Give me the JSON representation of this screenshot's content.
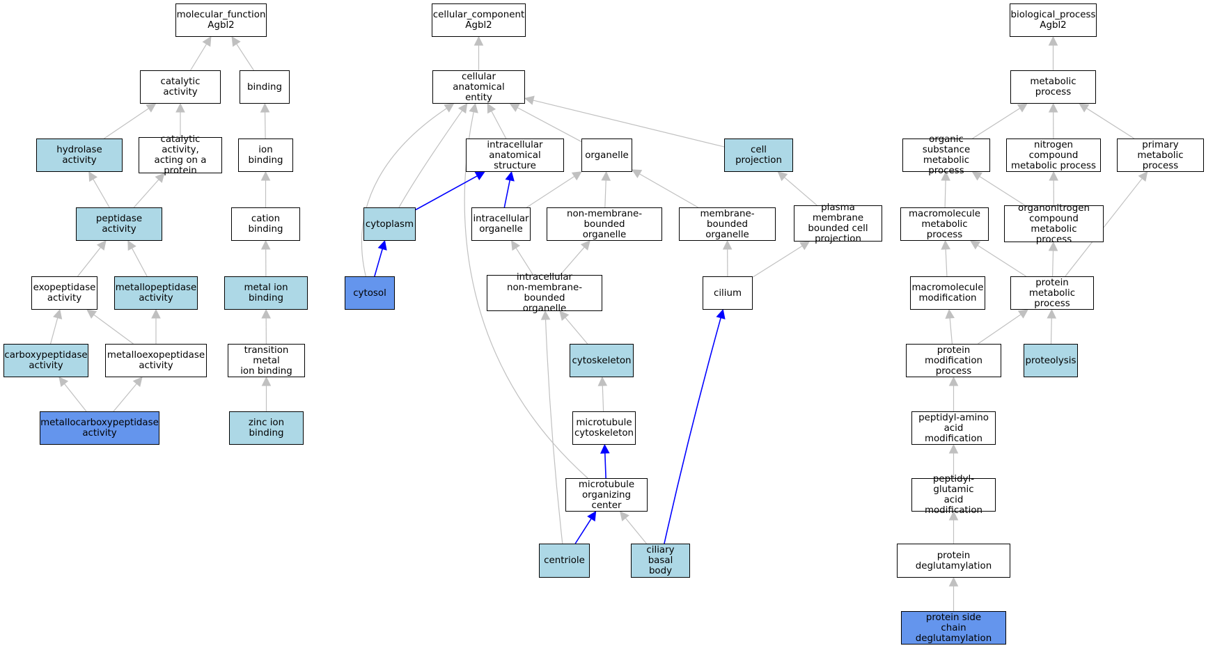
{
  "colors": {
    "plain": "#ffffff",
    "related": "#add8e6",
    "annotated": "#6495ed",
    "edge_default": "#c0c0c0",
    "edge_highlight": "#0000ff"
  },
  "nodes": {
    "mf_root": {
      "label": "molecular_function\nAgbl2",
      "style": "plain"
    },
    "catalytic_activity": {
      "label": "catalytic activity",
      "style": "plain"
    },
    "binding": {
      "label": "binding",
      "style": "plain"
    },
    "hydrolase_activity": {
      "label": "hydrolase activity",
      "style": "related"
    },
    "catalytic_protein": {
      "label": "catalytic activity,\nacting on a\nprotein",
      "style": "plain"
    },
    "ion_binding": {
      "label": "ion binding",
      "style": "plain"
    },
    "peptidase_activity": {
      "label": "peptidase activity",
      "style": "related"
    },
    "cation_binding": {
      "label": "cation binding",
      "style": "plain"
    },
    "exopeptidase": {
      "label": "exopeptidase\nactivity",
      "style": "plain"
    },
    "metallopeptidase": {
      "label": "metallopeptidase\nactivity",
      "style": "related"
    },
    "metal_ion_binding": {
      "label": "metal ion binding",
      "style": "related"
    },
    "carboxypeptidase": {
      "label": "carboxypeptidase\nactivity",
      "style": "related"
    },
    "metalloexopeptidase": {
      "label": "metalloexopeptidase\nactivity",
      "style": "plain"
    },
    "transition_metal": {
      "label": "transition metal\nion binding",
      "style": "plain"
    },
    "metallocarboxypeptidase": {
      "label": "metallocarboxypeptidase\nactivity",
      "style": "annotated"
    },
    "zinc_ion_binding": {
      "label": "zinc ion binding",
      "style": "related"
    },
    "cc_root": {
      "label": "cellular_component\nAgbl2",
      "style": "plain"
    },
    "cellular_anatomical_entity": {
      "label": "cellular anatomical\nentity",
      "style": "plain"
    },
    "intracellular_anatomical": {
      "label": "intracellular\nanatomical structure",
      "style": "plain"
    },
    "organelle": {
      "label": "organelle",
      "style": "plain"
    },
    "cell_projection": {
      "label": "cell projection",
      "style": "related"
    },
    "cytoplasm": {
      "label": "cytoplasm",
      "style": "related"
    },
    "intracellular_organelle": {
      "label": "intracellular\norganelle",
      "style": "plain"
    },
    "non_membrane_organelle": {
      "label": "non-membrane-bounded\norganelle",
      "style": "plain"
    },
    "membrane_organelle": {
      "label": "membrane-bounded\norganelle",
      "style": "plain"
    },
    "plasma_membrane_projection": {
      "label": "plasma membrane\nbounded cell\nprojection",
      "style": "plain"
    },
    "cytosol": {
      "label": "cytosol",
      "style": "annotated"
    },
    "intra_non_membrane_organelle": {
      "label": "intracellular\nnon-membrane-bounded\norganelle",
      "style": "plain"
    },
    "cilium": {
      "label": "cilium",
      "style": "plain"
    },
    "cytoskeleton": {
      "label": "cytoskeleton",
      "style": "related"
    },
    "microtubule_cytoskeleton": {
      "label": "microtubule\ncytoskeleton",
      "style": "plain"
    },
    "mtoc": {
      "label": "microtubule\norganizing center",
      "style": "plain"
    },
    "centriole": {
      "label": "centriole",
      "style": "related"
    },
    "ciliary_basal_body": {
      "label": "ciliary basal\nbody",
      "style": "related"
    },
    "bp_root": {
      "label": "biological_process\nAgbl2",
      "style": "plain"
    },
    "metabolic_process": {
      "label": "metabolic process",
      "style": "plain"
    },
    "organic_substance_mp": {
      "label": "organic substance\nmetabolic process",
      "style": "plain"
    },
    "nitrogen_compound_mp": {
      "label": "nitrogen compound\nmetabolic process",
      "style": "plain"
    },
    "primary_mp": {
      "label": "primary metabolic\nprocess",
      "style": "plain"
    },
    "macromolecule_mp": {
      "label": "macromolecule\nmetabolic process",
      "style": "plain"
    },
    "organonitrogen_mp": {
      "label": "organonitrogen\ncompound metabolic\nprocess",
      "style": "plain"
    },
    "macromolecule_modification": {
      "label": "macromolecule\nmodification",
      "style": "plain"
    },
    "protein_mp": {
      "label": "protein metabolic\nprocess",
      "style": "plain"
    },
    "protein_modification": {
      "label": "protein modification\nprocess",
      "style": "plain"
    },
    "proteolysis": {
      "label": "proteolysis",
      "style": "related"
    },
    "peptidyl_amino": {
      "label": "peptidyl-amino\nacid modification",
      "style": "plain"
    },
    "peptidyl_glutamic": {
      "label": "peptidyl-glutamic\nacid modification",
      "style": "plain"
    },
    "protein_deglutamylation": {
      "label": "protein deglutamylation",
      "style": "plain"
    },
    "protein_side_chain": {
      "label": "protein side\nchain deglutamylation",
      "style": "annotated"
    }
  },
  "edges": [
    {
      "from": "catalytic_activity",
      "to": "mf_root",
      "highlight": false
    },
    {
      "from": "binding",
      "to": "mf_root",
      "highlight": false
    },
    {
      "from": "hydrolase_activity",
      "to": "catalytic_activity",
      "highlight": false
    },
    {
      "from": "catalytic_protein",
      "to": "catalytic_activity",
      "highlight": false
    },
    {
      "from": "ion_binding",
      "to": "binding",
      "highlight": false
    },
    {
      "from": "peptidase_activity",
      "to": "hydrolase_activity",
      "highlight": false
    },
    {
      "from": "peptidase_activity",
      "to": "catalytic_protein",
      "highlight": false
    },
    {
      "from": "cation_binding",
      "to": "ion_binding",
      "highlight": false
    },
    {
      "from": "exopeptidase",
      "to": "peptidase_activity",
      "highlight": false
    },
    {
      "from": "metallopeptidase",
      "to": "peptidase_activity",
      "highlight": false
    },
    {
      "from": "metal_ion_binding",
      "to": "cation_binding",
      "highlight": false
    },
    {
      "from": "carboxypeptidase",
      "to": "exopeptidase",
      "highlight": false
    },
    {
      "from": "metalloexopeptidase",
      "to": "exopeptidase",
      "highlight": false
    },
    {
      "from": "metalloexopeptidase",
      "to": "metallopeptidase",
      "highlight": false
    },
    {
      "from": "transition_metal",
      "to": "metal_ion_binding",
      "highlight": false
    },
    {
      "from": "metallocarboxypeptidase",
      "to": "carboxypeptidase",
      "highlight": false
    },
    {
      "from": "metallocarboxypeptidase",
      "to": "metalloexopeptidase",
      "highlight": false
    },
    {
      "from": "zinc_ion_binding",
      "to": "transition_metal",
      "highlight": false
    },
    {
      "from": "cellular_anatomical_entity",
      "to": "cc_root",
      "highlight": false
    },
    {
      "from": "intracellular_anatomical",
      "to": "cellular_anatomical_entity",
      "highlight": false
    },
    {
      "from": "organelle",
      "to": "cellular_anatomical_entity",
      "highlight": false
    },
    {
      "from": "cell_projection",
      "to": "cellular_anatomical_entity",
      "highlight": false
    },
    {
      "from": "cytoplasm",
      "to": "cellular_anatomical_entity",
      "highlight": false
    },
    {
      "from": "cytosol",
      "to": "cellular_anatomical_entity",
      "highlight": false
    },
    {
      "from": "mtoc",
      "to": "cellular_anatomical_entity",
      "highlight": false
    },
    {
      "from": "cytoplasm",
      "to": "intracellular_anatomical",
      "highlight": true
    },
    {
      "from": "intracellular_organelle",
      "to": "intracellular_anatomical",
      "highlight": true
    },
    {
      "from": "intracellular_organelle",
      "to": "organelle",
      "highlight": false
    },
    {
      "from": "non_membrane_organelle",
      "to": "organelle",
      "highlight": false
    },
    {
      "from": "membrane_organelle",
      "to": "organelle",
      "highlight": false
    },
    {
      "from": "plasma_membrane_projection",
      "to": "cell_projection",
      "highlight": false
    },
    {
      "from": "cytosol",
      "to": "cytoplasm",
      "highlight": true
    },
    {
      "from": "intra_non_membrane_organelle",
      "to": "intracellular_organelle",
      "highlight": false
    },
    {
      "from": "intra_non_membrane_organelle",
      "to": "non_membrane_organelle",
      "highlight": false
    },
    {
      "from": "cilium",
      "to": "membrane_organelle",
      "highlight": false
    },
    {
      "from": "cilium",
      "to": "plasma_membrane_projection",
      "highlight": false
    },
    {
      "from": "cytoskeleton",
      "to": "intra_non_membrane_organelle",
      "highlight": false
    },
    {
      "from": "centriole",
      "to": "intra_non_membrane_organelle",
      "highlight": false
    },
    {
      "from": "microtubule_cytoskeleton",
      "to": "cytoskeleton",
      "highlight": false
    },
    {
      "from": "mtoc",
      "to": "microtubule_cytoskeleton",
      "highlight": true
    },
    {
      "from": "centriole",
      "to": "mtoc",
      "highlight": true
    },
    {
      "from": "ciliary_basal_body",
      "to": "mtoc",
      "highlight": false
    },
    {
      "from": "ciliary_basal_body",
      "to": "cilium",
      "highlight": true
    },
    {
      "from": "metabolic_process",
      "to": "bp_root",
      "highlight": false
    },
    {
      "from": "organic_substance_mp",
      "to": "metabolic_process",
      "highlight": false
    },
    {
      "from": "nitrogen_compound_mp",
      "to": "metabolic_process",
      "highlight": false
    },
    {
      "from": "primary_mp",
      "to": "metabolic_process",
      "highlight": false
    },
    {
      "from": "macromolecule_mp",
      "to": "organic_substance_mp",
      "highlight": false
    },
    {
      "from": "organonitrogen_mp",
      "to": "organic_substance_mp",
      "highlight": false
    },
    {
      "from": "organonitrogen_mp",
      "to": "nitrogen_compound_mp",
      "highlight": false
    },
    {
      "from": "macromolecule_modification",
      "to": "macromolecule_mp",
      "highlight": false
    },
    {
      "from": "protein_mp",
      "to": "macromolecule_mp",
      "highlight": false
    },
    {
      "from": "protein_mp",
      "to": "organonitrogen_mp",
      "highlight": false
    },
    {
      "from": "protein_mp",
      "to": "primary_mp",
      "highlight": false
    },
    {
      "from": "protein_modification",
      "to": "macromolecule_modification",
      "highlight": false
    },
    {
      "from": "protein_modification",
      "to": "protein_mp",
      "highlight": false
    },
    {
      "from": "proteolysis",
      "to": "protein_mp",
      "highlight": false
    },
    {
      "from": "peptidyl_amino",
      "to": "protein_modification",
      "highlight": false
    },
    {
      "from": "peptidyl_glutamic",
      "to": "peptidyl_amino",
      "highlight": false
    },
    {
      "from": "protein_deglutamylation",
      "to": "peptidyl_glutamic",
      "highlight": false
    },
    {
      "from": "protein_side_chain",
      "to": "protein_deglutamylation",
      "highlight": false
    }
  ]
}
